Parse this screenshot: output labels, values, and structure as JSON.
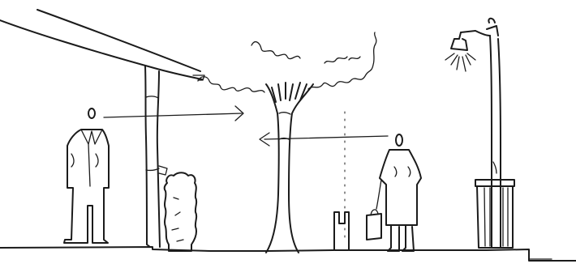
{
  "figure": {
    "kind": "hand-drawn street section sketch",
    "ink_color": "#1b1b1b",
    "background_color": "#ffffff",
    "elements": [
      "roof-canopy",
      "canopy-column",
      "man-figure",
      "shrub",
      "tree",
      "woman-figure",
      "bollard",
      "street-lamp",
      "lamp-base-planter",
      "arrows"
    ]
  }
}
